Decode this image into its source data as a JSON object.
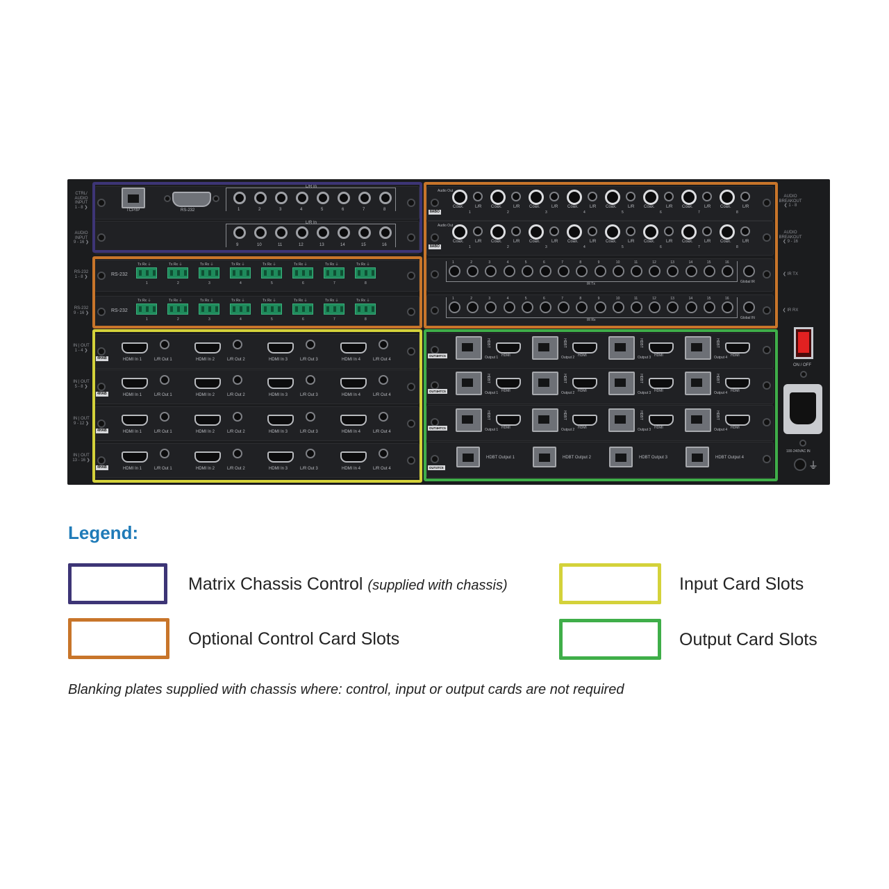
{
  "chassis": {
    "slot_labels": {
      "ctrl": [
        "CTRL/",
        "AUDIO",
        "INPUT",
        "1 - 8 ❯"
      ],
      "audio_in": [
        "AUDIO",
        "INPUT",
        "9 - 16 ❯"
      ],
      "rs232_1": [
        "RS-232",
        "1 - 8 ❯"
      ],
      "rs232_2": [
        "RS-232",
        "9 - 16 ❯"
      ],
      "io_1": [
        "IN | OUT",
        "1 - 4 ❯"
      ],
      "io_2": [
        "IN | OUT",
        "5 - 8 ❯"
      ],
      "io_3": [
        "IN | OUT",
        "9 - 12 ❯"
      ],
      "io_4": [
        "IN | OUT",
        "13 - 16 ❯"
      ],
      "audio_bo_1": [
        "AUDIO",
        "BREAKOUT",
        "❮ 1 - 8"
      ],
      "audio_bo_2": [
        "AUDIO",
        "BREAKOUT",
        "❮ 9 - 16"
      ],
      "ir_tx": "❮ IR TX",
      "ir_rx": "❮ IR RX"
    },
    "ctrl_card": {
      "tcpip": "TCP/IP",
      "rs232": "RS-232",
      "lr_in": "L/R In",
      "nums_a": [
        "1",
        "2",
        "3",
        "4",
        "5",
        "6",
        "7",
        "8"
      ],
      "nums_b": [
        "9",
        "10",
        "11",
        "12",
        "13",
        "14",
        "15",
        "16"
      ]
    },
    "rs232_card": {
      "label": "RS-232",
      "pin_label": "Tx Rx ⏚",
      "nums": [
        "1",
        "2",
        "3",
        "4",
        "5",
        "6",
        "7",
        "8"
      ]
    },
    "input_card": {
      "badge": "4HAB",
      "hdmi_labels": [
        "HDMI In 1",
        "HDMI In 2",
        "HDMI In 3",
        "HDMI In 4"
      ],
      "lr_labels": [
        "L/R Out 1",
        "L/R Out 2",
        "L/R Out 3",
        "L/R Out 4"
      ]
    },
    "audio_bo_card": {
      "badge": "8ABO",
      "side": "Audio Out",
      "coax": "Coax.",
      "lr": "L/R",
      "nums": [
        "1",
        "2",
        "3",
        "4",
        "5",
        "6",
        "7",
        "8"
      ]
    },
    "ir_card": {
      "tx_label": "IR Tx",
      "rx_label": "IR Rx",
      "global_in": "Global IN",
      "global_out": "Global IR",
      "nums": [
        "1",
        "2",
        "3",
        "4",
        "5",
        "6",
        "7",
        "8",
        "9",
        "10",
        "11",
        "12",
        "13",
        "14",
        "15",
        "16"
      ]
    },
    "output_card": {
      "badge": "OUT4HTC5",
      "badge_last": "OUT4TC5",
      "hdbt": "HDBT",
      "hdmi": "HDMI",
      "outputs": [
        "Output 1",
        "Output 2",
        "Output 3",
        "Output 4"
      ],
      "hdbt_outputs": [
        "HDBT Output 1",
        "HDBT Output 2",
        "HDBT Output 3",
        "HDBT Output 4"
      ]
    },
    "power": {
      "switch": "ON / OFF",
      "ac": "100-240VAC IN"
    }
  },
  "legend": {
    "title": "Legend:",
    "items": [
      {
        "label": "Matrix Chassis Control",
        "note": "(supplied with chassis)",
        "color": "#3d3576"
      },
      {
        "label": "Optional Control Card Slots",
        "note": "",
        "color": "#c8752a"
      },
      {
        "label": "Input Card Slots",
        "note": "",
        "color": "#d4d23a"
      },
      {
        "label": "Output Card Slots",
        "note": "",
        "color": "#3fae49"
      }
    ],
    "footnote": "Blanking plates supplied with chassis where: control, input or output cards are not required"
  }
}
